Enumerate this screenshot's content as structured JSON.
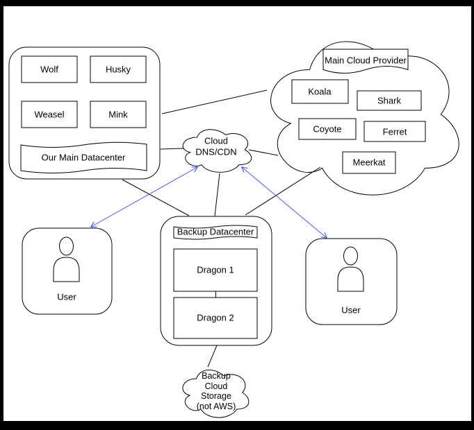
{
  "colors": {
    "page_border": "#000000",
    "canvas": "#ffffff",
    "stroke": "#000000",
    "arrow_blue": "#4a57e8"
  },
  "main_datacenter": {
    "label": "Our Main Datacenter",
    "servers": [
      "Wolf",
      "Husky",
      "Weasel",
      "Mink"
    ]
  },
  "cloud_provider": {
    "label": "Main Cloud Provider",
    "servers": [
      "Koala",
      "Shark",
      "Coyote",
      "Ferret",
      "Meerkat"
    ]
  },
  "dns_cloud": {
    "label": "Cloud\nDNS/CDN"
  },
  "backup_datacenter": {
    "label": "Backup Datacenter",
    "servers": [
      "Dragon 1",
      "Dragon 2"
    ]
  },
  "backup_storage": {
    "label": "Backup\nCloud\nStorage\n(not AWS)"
  },
  "user_left": {
    "label": "User"
  },
  "user_right": {
    "label": "User"
  }
}
